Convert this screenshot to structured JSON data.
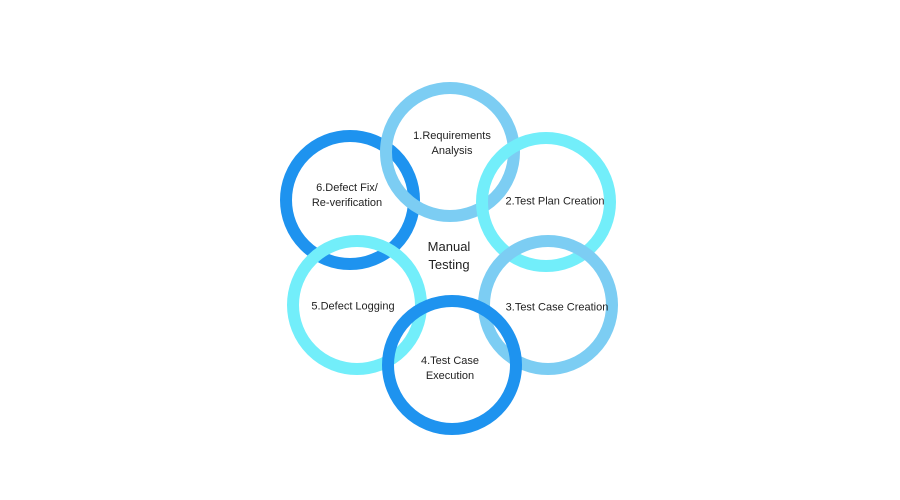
{
  "center": {
    "line1": "Manual",
    "line2": "Testing"
  },
  "steps": [
    {
      "line1": "1.Requirements",
      "line2": "Analysis",
      "color": "#7ccdf3"
    },
    {
      "line1": "2.Test Plan Creation",
      "line2": "",
      "color": "#72eefa"
    },
    {
      "line1": "3.Test Case Creation",
      "line2": "",
      "color": "#7ccdf3"
    },
    {
      "line1": "4.Test Case",
      "line2": "Execution",
      "color": "#1e93ef"
    },
    {
      "line1": "5.Defect Logging",
      "line2": "",
      "color": "#72eefa"
    },
    {
      "line1": "6.Defect Fix/",
      "line2": "Re-verification",
      "color": "#1e93ef"
    }
  ]
}
